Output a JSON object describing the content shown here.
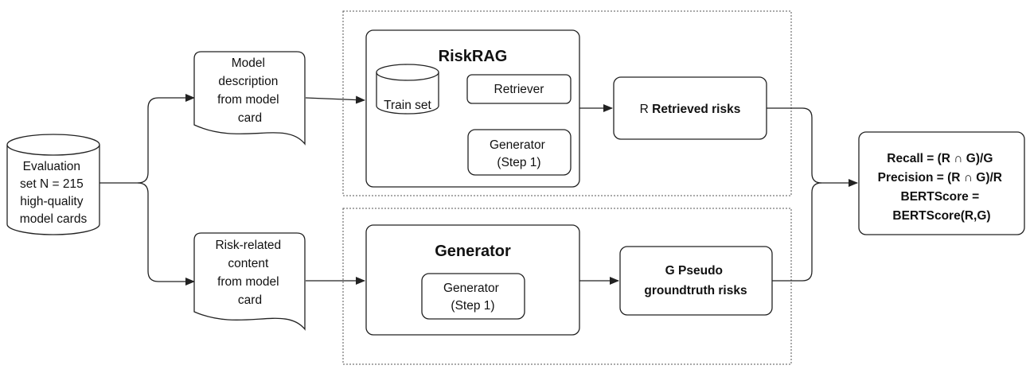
{
  "evaluation_set": {
    "lines": [
      "Evaluation",
      "set N = 215",
      "high-quality",
      "model cards"
    ]
  },
  "doc_top": {
    "lines": [
      "Model",
      "description",
      "from model",
      "card"
    ]
  },
  "doc_bottom": {
    "lines": [
      "Risk-related",
      "content",
      "from model",
      "card"
    ]
  },
  "riskrag": {
    "title": "RiskRAG",
    "train_set": "Train set",
    "retriever": "Retriever",
    "generator_lines": [
      "Generator",
      "(Step 1)"
    ]
  },
  "generator_panel": {
    "title": "Generator",
    "generator_lines": [
      "Generator",
      "(Step 1)"
    ]
  },
  "retrieved_risks": {
    "prefix": "R",
    "label": "Retrieved risks"
  },
  "pseudo_risks": {
    "lines": [
      "G Pseudo",
      "groundtruth risks"
    ]
  },
  "metrics": {
    "lines": [
      "Recall = (R ∩ G)/G",
      "Precision = (R ∩ G)/R",
      "BERTScore =",
      "BERTScore(R,G)"
    ]
  }
}
